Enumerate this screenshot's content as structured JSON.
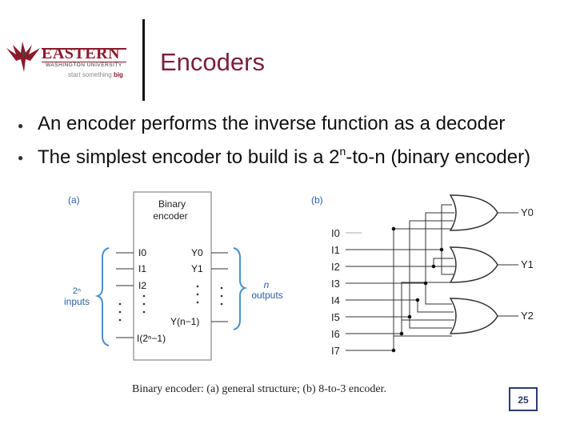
{
  "logo": {
    "wordmark": "EASTERN",
    "subtitle": "WASHINGTON UNIVERSITY",
    "tagline_prefix": "start something",
    "tagline_bold": "big"
  },
  "slide": {
    "title": "Encoders",
    "bullet_marker": "l",
    "bullets": [
      "An encoder performs the inverse function as a decoder",
      {
        "before": "The simplest encoder to build is a 2",
        "sup": "n",
        "after": "-to-n (binary encoder)"
      }
    ],
    "page_number": "25"
  },
  "figure_a": {
    "panel_label": "(a)",
    "block_title": [
      "Binary",
      "encoder"
    ],
    "inputs": [
      "I0",
      "I1",
      "I2",
      "I(2ⁿ−1)"
    ],
    "outputs": [
      "Y0",
      "Y1",
      "Y(n−1)"
    ],
    "left_label": [
      "2ⁿ",
      "inputs"
    ],
    "right_label": [
      "n",
      "outputs"
    ]
  },
  "figure_b": {
    "panel_label": "(b)",
    "inputs": [
      "I0",
      "I1",
      "I2",
      "I3",
      "I4",
      "I5",
      "I6",
      "I7"
    ],
    "outputs": [
      "Y0",
      "Y1",
      "Y2"
    ]
  },
  "caption": "Binary encoder: (a) general structure; (b) 8-to-3 encoder.",
  "colors": {
    "title": "#7a1f3d",
    "brand": "#8b1a2b",
    "bracket": "#4a8fd0",
    "label": "#2a5fa8"
  }
}
